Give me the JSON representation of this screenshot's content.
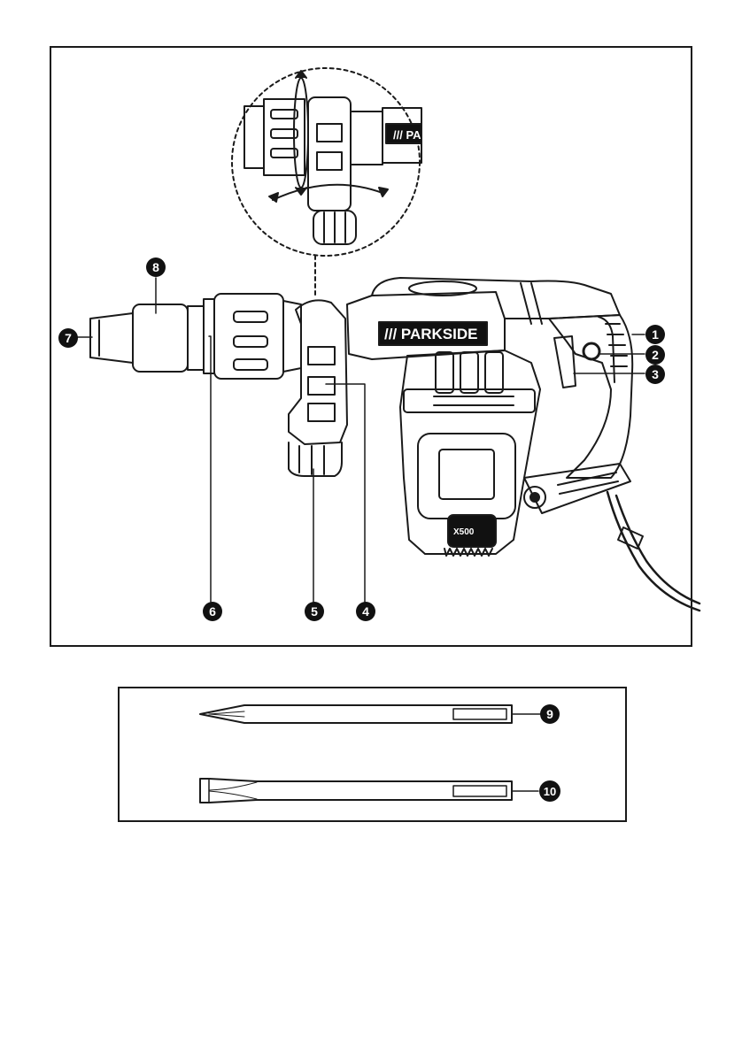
{
  "brand": {
    "logo_text": "/// PARKSIDE",
    "detail_logo_text": "/// PA",
    "badge_text": "X500"
  },
  "callouts": {
    "c1": "1",
    "c2": "2",
    "c3": "3",
    "c4": "4",
    "c5": "5",
    "c6": "6",
    "c7": "7",
    "c8": "8",
    "c9": "9",
    "c10": "10"
  },
  "colors": {
    "line": "#1a1a1a",
    "badge_fill": "#111111",
    "background": "#ffffff"
  }
}
